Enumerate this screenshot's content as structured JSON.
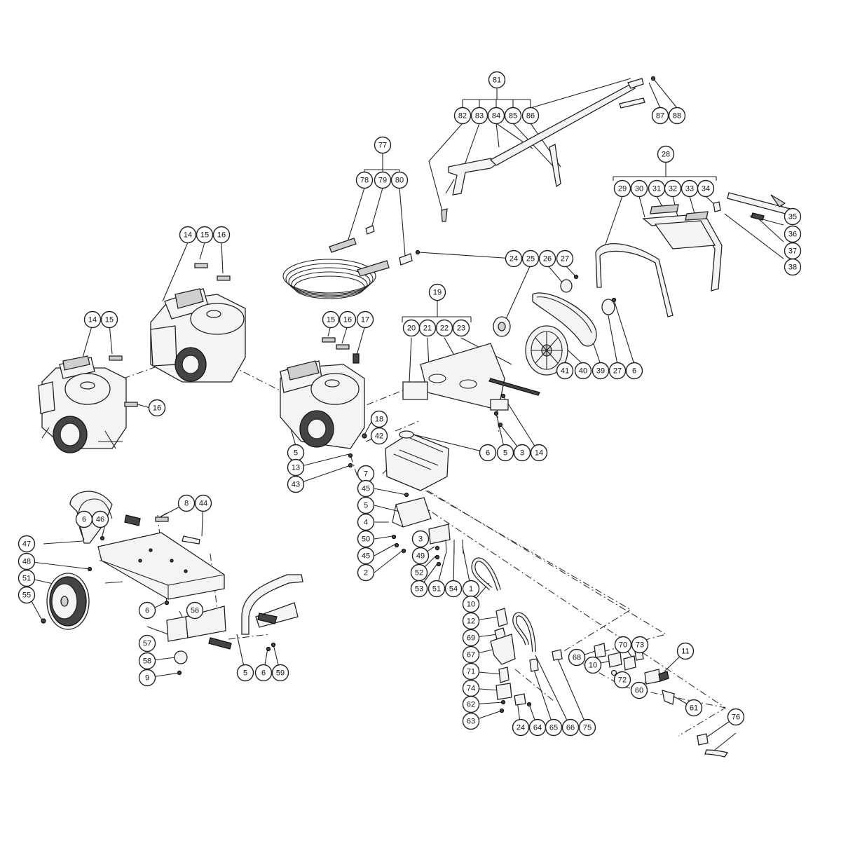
{
  "callouts": [
    {
      "id": "81"
    },
    {
      "id": "82"
    },
    {
      "id": "83"
    },
    {
      "id": "84"
    },
    {
      "id": "85"
    },
    {
      "id": "86"
    },
    {
      "id": "87"
    },
    {
      "id": "88"
    },
    {
      "id": "77"
    },
    {
      "id": "78"
    },
    {
      "id": "79"
    },
    {
      "id": "80"
    },
    {
      "id": "28"
    },
    {
      "id": "29"
    },
    {
      "id": "30"
    },
    {
      "id": "31"
    },
    {
      "id": "32"
    },
    {
      "id": "33"
    },
    {
      "id": "34"
    },
    {
      "id": "35"
    },
    {
      "id": "36"
    },
    {
      "id": "37"
    },
    {
      "id": "38"
    },
    {
      "id": "14"
    },
    {
      "id": "15"
    },
    {
      "id": "16"
    },
    {
      "id": "24"
    },
    {
      "id": "25"
    },
    {
      "id": "26"
    },
    {
      "id": "27"
    },
    {
      "id": "14"
    },
    {
      "id": "15"
    },
    {
      "id": "19"
    },
    {
      "id": "15"
    },
    {
      "id": "16"
    },
    {
      "id": "17"
    },
    {
      "id": "20"
    },
    {
      "id": "21"
    },
    {
      "id": "22"
    },
    {
      "id": "23"
    },
    {
      "id": "16"
    },
    {
      "id": "41"
    },
    {
      "id": "40"
    },
    {
      "id": "39"
    },
    {
      "id": "27"
    },
    {
      "id": "6"
    },
    {
      "id": "18"
    },
    {
      "id": "42"
    },
    {
      "id": "6"
    },
    {
      "id": "5"
    },
    {
      "id": "3"
    },
    {
      "id": "14"
    },
    {
      "id": "5"
    },
    {
      "id": "13"
    },
    {
      "id": "43"
    },
    {
      "id": "7"
    },
    {
      "id": "8"
    },
    {
      "id": "44"
    },
    {
      "id": "45"
    },
    {
      "id": "5"
    },
    {
      "id": "6"
    },
    {
      "id": "46"
    },
    {
      "id": "4"
    },
    {
      "id": "47"
    },
    {
      "id": "50"
    },
    {
      "id": "3"
    },
    {
      "id": "48"
    },
    {
      "id": "45"
    },
    {
      "id": "49"
    },
    {
      "id": "2"
    },
    {
      "id": "51"
    },
    {
      "id": "52"
    },
    {
      "id": "53"
    },
    {
      "id": "51"
    },
    {
      "id": "54"
    },
    {
      "id": "1"
    },
    {
      "id": "55"
    },
    {
      "id": "10"
    },
    {
      "id": "6"
    },
    {
      "id": "56"
    },
    {
      "id": "12"
    },
    {
      "id": "57"
    },
    {
      "id": "69"
    },
    {
      "id": "70"
    },
    {
      "id": "73"
    },
    {
      "id": "11"
    },
    {
      "id": "58"
    },
    {
      "id": "67"
    },
    {
      "id": "68"
    },
    {
      "id": "10"
    },
    {
      "id": "9"
    },
    {
      "id": "5"
    },
    {
      "id": "6"
    },
    {
      "id": "59"
    },
    {
      "id": "71"
    },
    {
      "id": "72"
    },
    {
      "id": "60"
    },
    {
      "id": "74"
    },
    {
      "id": "61"
    },
    {
      "id": "62"
    },
    {
      "id": "63"
    },
    {
      "id": "24"
    },
    {
      "id": "64"
    },
    {
      "id": "65"
    },
    {
      "id": "66"
    },
    {
      "id": "75"
    },
    {
      "id": "76"
    }
  ]
}
